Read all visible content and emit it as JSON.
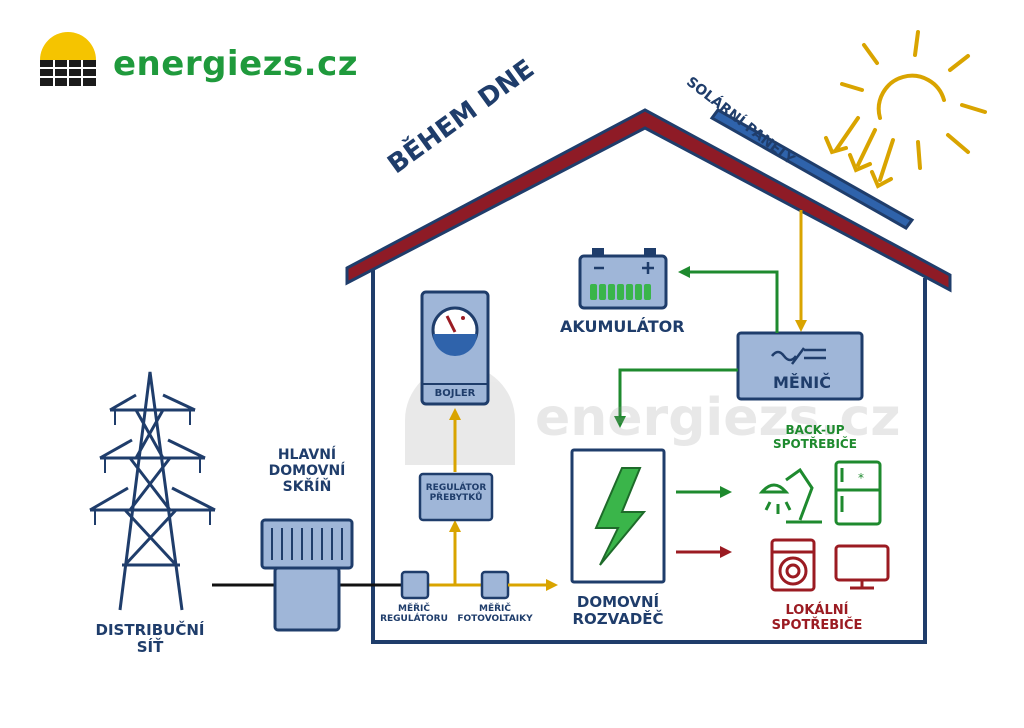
{
  "brand": {
    "name": "energiezs.cz",
    "watermark": "energiezs.cz"
  },
  "colors": {
    "navy": "#1f3d6b",
    "roof_red": "#8e1b26",
    "box_blue": "#9fb6d8",
    "gold": "#d9a400",
    "green": "#1e8a2e",
    "red": "#9b1b22"
  },
  "labels": {
    "day": "BĚHEM DNE",
    "solar_panels": "SOLÁRNÍ PANELY",
    "battery": "AKUMULÁTOR",
    "inverter": "MĚNIČ",
    "boiler": "BOJLER",
    "surplus_regulator": [
      "REGULÁTOR",
      "PŘEBYTKŮ"
    ],
    "main_box": [
      "HLAVNÍ",
      "DOMOVNÍ",
      "SKŘÍŇ"
    ],
    "grid": [
      "DISTRIBUČNÍ",
      "SÍŤ"
    ],
    "meter_regulator": [
      "MĚŘIČ",
      "REGULÁTORU"
    ],
    "meter_pv": [
      "MĚŘIČ",
      "FOTOVOLTAIKY"
    ],
    "distribution_board": [
      "DOMOVNÍ",
      "ROZVADĚČ"
    ],
    "backup_loads": [
      "BACK-UP",
      "SPOTŘEBIČE"
    ],
    "local_loads": [
      "LOKÁLNÍ",
      "SPOTŘEBIČE"
    ]
  },
  "icons": [
    "sun-icon",
    "solar-panel-icon",
    "battery-icon",
    "inverter-icon",
    "boiler-gauge-icon",
    "lightning-icon",
    "lamp-icon",
    "fridge-icon",
    "washing-machine-icon",
    "monitor-icon",
    "power-tower-icon"
  ]
}
